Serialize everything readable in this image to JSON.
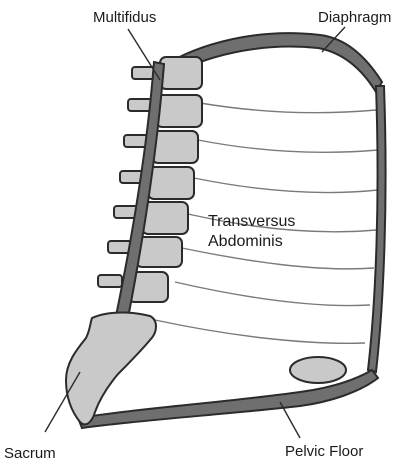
{
  "labels": {
    "multifidus": "Multifidus",
    "diaphragm": "Diaphragm",
    "transversus_line1": "Transversus",
    "transversus_line2": "Abdominis",
    "sacrum": "Sacrum",
    "pelvic_floor": "Pelvic Floor"
  },
  "colors": {
    "outline": "#2b2b2b",
    "muscle_fill": "#6f6f6f",
    "bone_fill": "#c9c9c9",
    "fiber_line": "#7a7a7a",
    "background": "#ffffff"
  }
}
